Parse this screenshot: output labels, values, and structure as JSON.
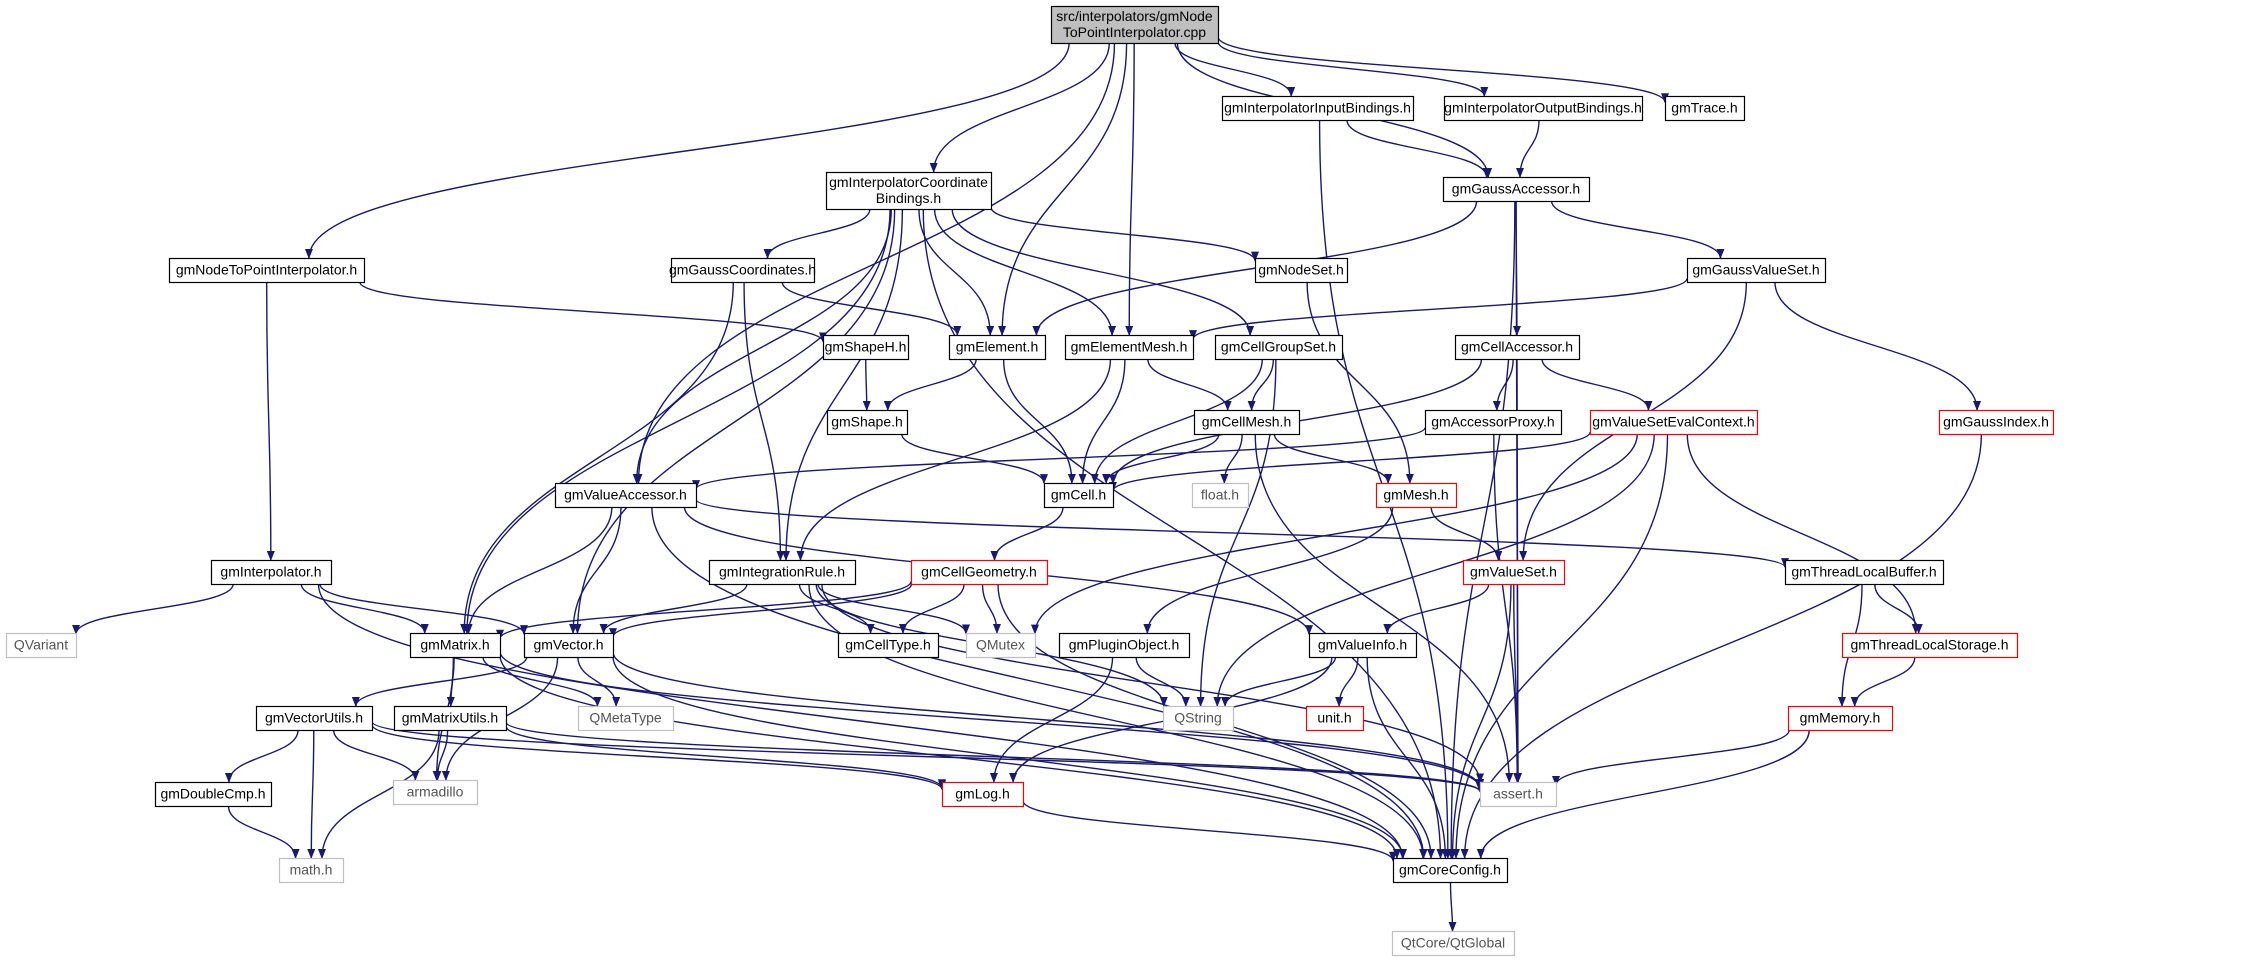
{
  "nodes": [
    {
      "id": "root",
      "lines": [
        "src/interpolators/gmNode",
        "ToPointInterpolator.cpp"
      ],
      "style": "root"
    },
    {
      "id": "inputBindings",
      "lines": [
        "gmInterpolatorInputBindings.h"
      ],
      "style": "normal"
    },
    {
      "id": "outputBindings",
      "lines": [
        "gmInterpolatorOutputBindings.h"
      ],
      "style": "normal"
    },
    {
      "id": "trace",
      "lines": [
        "gmTrace.h"
      ],
      "style": "normal"
    },
    {
      "id": "coordBindings",
      "lines": [
        "gmInterpolatorCoordinate",
        "Bindings.h"
      ],
      "style": "normal"
    },
    {
      "id": "gaussAccessor",
      "lines": [
        "gmGaussAccessor.h"
      ],
      "style": "normal"
    },
    {
      "id": "nodeToPoint",
      "lines": [
        "gmNodeToPointInterpolator.h"
      ],
      "style": "normal"
    },
    {
      "id": "gaussCoords",
      "lines": [
        "gmGaussCoordinates.h"
      ],
      "style": "normal"
    },
    {
      "id": "nodeSet",
      "lines": [
        "gmNodeSet.h"
      ],
      "style": "normal"
    },
    {
      "id": "gaussValueSet",
      "lines": [
        "gmGaussValueSet.h"
      ],
      "style": "normal"
    },
    {
      "id": "shapeH",
      "lines": [
        "gmShapeH.h"
      ],
      "style": "normal"
    },
    {
      "id": "element",
      "lines": [
        "gmElement.h"
      ],
      "style": "normal"
    },
    {
      "id": "elementMesh",
      "lines": [
        "gmElementMesh.h"
      ],
      "style": "normal"
    },
    {
      "id": "cellGroupSet",
      "lines": [
        "gmCellGroupSet.h"
      ],
      "style": "normal"
    },
    {
      "id": "cellAccessor",
      "lines": [
        "gmCellAccessor.h"
      ],
      "style": "normal"
    },
    {
      "id": "shape",
      "lines": [
        "gmShape.h"
      ],
      "style": "normal"
    },
    {
      "id": "cellMesh",
      "lines": [
        "gmCellMesh.h"
      ],
      "style": "normal"
    },
    {
      "id": "accessorProxy",
      "lines": [
        "gmAccessorProxy.h"
      ],
      "style": "normal"
    },
    {
      "id": "valueSetEvalCtx",
      "lines": [
        "gmValueSetEvalContext.h"
      ],
      "style": "truncated"
    },
    {
      "id": "gaussIndex",
      "lines": [
        "gmGaussIndex.h"
      ],
      "style": "truncated"
    },
    {
      "id": "valueAccessor",
      "lines": [
        "gmValueAccessor.h"
      ],
      "style": "normal"
    },
    {
      "id": "cell",
      "lines": [
        "gmCell.h"
      ],
      "style": "normal"
    },
    {
      "id": "float",
      "lines": [
        "float.h"
      ],
      "style": "system"
    },
    {
      "id": "mesh",
      "lines": [
        "gmMesh.h"
      ],
      "style": "truncated"
    },
    {
      "id": "interpolator",
      "lines": [
        "gmInterpolator.h"
      ],
      "style": "normal"
    },
    {
      "id": "integrationRule",
      "lines": [
        "gmIntegrationRule.h"
      ],
      "style": "normal"
    },
    {
      "id": "cellGeometry",
      "lines": [
        "gmCellGeometry.h"
      ],
      "style": "truncated"
    },
    {
      "id": "valueSet",
      "lines": [
        "gmValueSet.h"
      ],
      "style": "truncated"
    },
    {
      "id": "threadLocalBuffer",
      "lines": [
        "gmThreadLocalBuffer.h"
      ],
      "style": "normal"
    },
    {
      "id": "qvariant",
      "lines": [
        "QVariant"
      ],
      "style": "system"
    },
    {
      "id": "matrix",
      "lines": [
        "gmMatrix.h"
      ],
      "style": "normal"
    },
    {
      "id": "vector",
      "lines": [
        "gmVector.h"
      ],
      "style": "normal"
    },
    {
      "id": "cellType",
      "lines": [
        "gmCellType.h"
      ],
      "style": "normal"
    },
    {
      "id": "qmutex",
      "lines": [
        "QMutex"
      ],
      "style": "system"
    },
    {
      "id": "pluginObject",
      "lines": [
        "gmPluginObject.h"
      ],
      "style": "normal"
    },
    {
      "id": "valueInfo",
      "lines": [
        "gmValueInfo.h"
      ],
      "style": "normal"
    },
    {
      "id": "threadLocalStorage",
      "lines": [
        "gmThreadLocalStorage.h"
      ],
      "style": "truncated"
    },
    {
      "id": "vectorUtils",
      "lines": [
        "gmVectorUtils.h"
      ],
      "style": "normal"
    },
    {
      "id": "matrixUtils",
      "lines": [
        "gmMatrixUtils.h"
      ],
      "style": "normal"
    },
    {
      "id": "qmetatype",
      "lines": [
        "QMetaType"
      ],
      "style": "system"
    },
    {
      "id": "qstring",
      "lines": [
        "QString"
      ],
      "style": "system"
    },
    {
      "id": "unit",
      "lines": [
        "unit.h"
      ],
      "style": "truncated"
    },
    {
      "id": "memory",
      "lines": [
        "gmMemory.h"
      ],
      "style": "truncated"
    },
    {
      "id": "doubleCmp",
      "lines": [
        "gmDoubleCmp.h"
      ],
      "style": "normal"
    },
    {
      "id": "armadillo",
      "lines": [
        "armadillo"
      ],
      "style": "system"
    },
    {
      "id": "log",
      "lines": [
        "gmLog.h"
      ],
      "style": "truncated"
    },
    {
      "id": "assert",
      "lines": [
        "assert.h"
      ],
      "style": "system"
    },
    {
      "id": "math",
      "lines": [
        "math.h"
      ],
      "style": "system"
    },
    {
      "id": "coreConfig",
      "lines": [
        "gmCoreConfig.h"
      ],
      "style": "normal"
    },
    {
      "id": "qtglobal",
      "lines": [
        "QtCore/QtGlobal"
      ],
      "style": "system"
    }
  ],
  "edges": [
    [
      "root",
      "inputBindings"
    ],
    [
      "root",
      "outputBindings"
    ],
    [
      "root",
      "trace"
    ],
    [
      "root",
      "coordBindings"
    ],
    [
      "root",
      "gaussAccessor"
    ],
    [
      "root",
      "nodeToPoint"
    ],
    [
      "root",
      "element"
    ],
    [
      "root",
      "elementMesh"
    ],
    [
      "root",
      "valueAccessor"
    ],
    [
      "inputBindings",
      "gaussAccessor"
    ],
    [
      "inputBindings",
      "coreConfig"
    ],
    [
      "outputBindings",
      "gaussAccessor"
    ],
    [
      "coordBindings",
      "gaussCoords"
    ],
    [
      "coordBindings",
      "nodeSet"
    ],
    [
      "coordBindings",
      "element"
    ],
    [
      "coordBindings",
      "elementMesh"
    ],
    [
      "coordBindings",
      "cellGroupSet"
    ],
    [
      "coordBindings",
      "valueAccessor"
    ],
    [
      "coordBindings",
      "integrationRule"
    ],
    [
      "coordBindings",
      "matrix"
    ],
    [
      "coordBindings",
      "vector"
    ],
    [
      "coordBindings",
      "coreConfig"
    ],
    [
      "gaussAccessor",
      "element"
    ],
    [
      "gaussAccessor",
      "gaussValueSet"
    ],
    [
      "gaussAccessor",
      "cellAccessor"
    ],
    [
      "gaussAccessor",
      "assert"
    ],
    [
      "gaussAccessor",
      "coreConfig"
    ],
    [
      "nodeToPoint",
      "shapeH"
    ],
    [
      "nodeToPoint",
      "interpolator"
    ],
    [
      "gaussCoords",
      "element"
    ],
    [
      "gaussCoords",
      "integrationRule"
    ],
    [
      "gaussCoords",
      "matrix"
    ],
    [
      "nodeSet",
      "mesh"
    ],
    [
      "gaussValueSet",
      "elementMesh"
    ],
    [
      "gaussValueSet",
      "gaussIndex"
    ],
    [
      "gaussValueSet",
      "valueSet"
    ],
    [
      "shapeH",
      "shape"
    ],
    [
      "element",
      "shape"
    ],
    [
      "element",
      "cell"
    ],
    [
      "elementMesh",
      "cell"
    ],
    [
      "elementMesh",
      "cellMesh"
    ],
    [
      "elementMesh",
      "integrationRule"
    ],
    [
      "cellGroupSet",
      "cell"
    ],
    [
      "cellGroupSet",
      "cellMesh"
    ],
    [
      "cellGroupSet",
      "qstring"
    ],
    [
      "cellAccessor",
      "cell"
    ],
    [
      "cellAccessor",
      "accessorProxy"
    ],
    [
      "cellAccessor",
      "valueSetEvalCtx"
    ],
    [
      "cellAccessor",
      "assert"
    ],
    [
      "shape",
      "cell"
    ],
    [
      "cellMesh",
      "cell"
    ],
    [
      "cellMesh",
      "float"
    ],
    [
      "cellMesh",
      "mesh"
    ],
    [
      "cellMesh",
      "assert"
    ],
    [
      "accessorProxy",
      "valueAccessor"
    ],
    [
      "accessorProxy",
      "assert"
    ],
    [
      "valueSetEvalCtx",
      "cell"
    ],
    [
      "valueSetEvalCtx",
      "qmutex"
    ],
    [
      "valueSetEvalCtx",
      "qstring"
    ],
    [
      "valueSetEvalCtx",
      "threadLocalStorage"
    ],
    [
      "valueSetEvalCtx",
      "coreConfig"
    ],
    [
      "gaussIndex",
      "coreConfig"
    ],
    [
      "valueAccessor",
      "matrix"
    ],
    [
      "valueAccessor",
      "vector"
    ],
    [
      "valueAccessor",
      "valueInfo"
    ],
    [
      "valueAccessor",
      "threadLocalBuffer"
    ],
    [
      "valueAccessor",
      "coreConfig"
    ],
    [
      "cell",
      "cellGeometry"
    ],
    [
      "mesh",
      "pluginObject"
    ],
    [
      "mesh",
      "valueSet"
    ],
    [
      "interpolator",
      "qvariant"
    ],
    [
      "interpolator",
      "matrix"
    ],
    [
      "interpolator",
      "vector"
    ],
    [
      "interpolator",
      "coreConfig"
    ],
    [
      "integrationRule",
      "vector"
    ],
    [
      "integrationRule",
      "cellType"
    ],
    [
      "integrationRule",
      "qmutex"
    ],
    [
      "integrationRule",
      "qstring"
    ],
    [
      "integrationRule",
      "assert"
    ],
    [
      "integrationRule",
      "coreConfig"
    ],
    [
      "cellGeometry",
      "matrix"
    ],
    [
      "cellGeometry",
      "vector"
    ],
    [
      "cellGeometry",
      "cellType"
    ],
    [
      "cellGeometry",
      "qmutex"
    ],
    [
      "cellGeometry",
      "coreConfig"
    ],
    [
      "valueSet",
      "valueInfo"
    ],
    [
      "valueSet",
      "assert"
    ],
    [
      "valueSet",
      "coreConfig"
    ],
    [
      "threadLocalBuffer",
      "threadLocalStorage"
    ],
    [
      "threadLocalBuffer",
      "memory"
    ],
    [
      "matrix",
      "matrixUtils"
    ],
    [
      "matrix",
      "qmetatype"
    ],
    [
      "matrix",
      "armadillo"
    ],
    [
      "matrix",
      "assert"
    ],
    [
      "matrix",
      "coreConfig"
    ],
    [
      "vector",
      "vectorUtils"
    ],
    [
      "vector",
      "qmetatype"
    ],
    [
      "vector",
      "armadillo"
    ],
    [
      "vector",
      "assert"
    ],
    [
      "vector",
      "coreConfig"
    ],
    [
      "pluginObject",
      "qstring"
    ],
    [
      "pluginObject",
      "log"
    ],
    [
      "valueInfo",
      "qstring"
    ],
    [
      "valueInfo",
      "unit"
    ],
    [
      "valueInfo",
      "log"
    ],
    [
      "valueInfo",
      "coreConfig"
    ],
    [
      "threadLocalStorage",
      "memory"
    ],
    [
      "vectorUtils",
      "doubleCmp"
    ],
    [
      "vectorUtils",
      "armadillo"
    ],
    [
      "vectorUtils",
      "math"
    ],
    [
      "vectorUtils",
      "log"
    ],
    [
      "vectorUtils",
      "assert"
    ],
    [
      "matrixUtils",
      "armadillo"
    ],
    [
      "matrixUtils",
      "math"
    ],
    [
      "matrixUtils",
      "log"
    ],
    [
      "matrixUtils",
      "assert"
    ],
    [
      "memory",
      "assert"
    ],
    [
      "memory",
      "coreConfig"
    ],
    [
      "doubleCmp",
      "math"
    ],
    [
      "log",
      "coreConfig"
    ],
    [
      "coreConfig",
      "qtglobal"
    ]
  ],
  "colors": {
    "edge": "#191970",
    "normal_border": "#000000",
    "root_fill": "#bfbfbf",
    "truncated_border": "#ff0000",
    "system_border": "#bfbfbf",
    "system_text": "#555555"
  }
}
